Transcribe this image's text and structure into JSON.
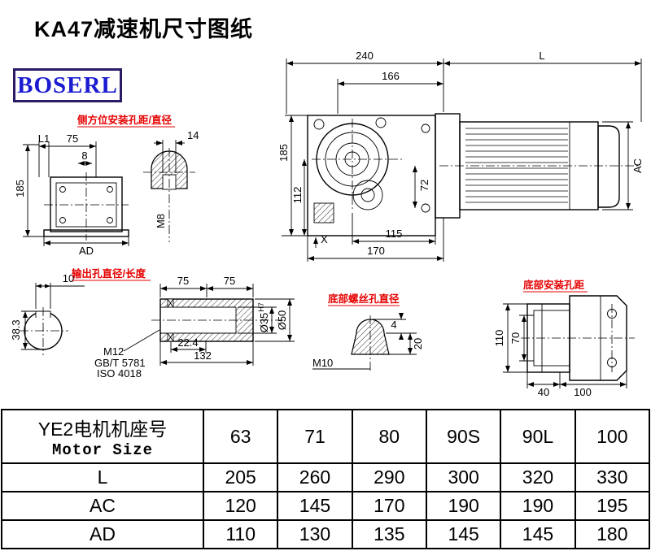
{
  "title": "KA47减速机尺寸图纸",
  "logo": {
    "text": "BOSERL"
  },
  "colors": {
    "annotation_red": "#e60000",
    "logo_text_blue": "#1b1bd1",
    "logo_border": "#2b1b66",
    "line_black": "#000000"
  },
  "annotations": {
    "side_mount": "侧方位安装孔距/直径",
    "output_hole": "输出孔直径/长度",
    "bottom_screw": "底部螺丝孔直径",
    "bottom_mount": "底部安装孔距"
  },
  "main_view": {
    "d240": "240",
    "dL": "L",
    "d166": "166",
    "d185": "185",
    "d112": "112",
    "d72": "72",
    "dAC": "AC",
    "dX": "X",
    "d115": "115",
    "d170": "170"
  },
  "side_view": {
    "dL1": "L1",
    "d75": "75",
    "d8": "8",
    "d185": "185",
    "dAD": "AD"
  },
  "plug_detail": {
    "d14": "14",
    "dM8": "M8"
  },
  "shaft_section": {
    "d10": "10",
    "d38_3": "38.3"
  },
  "output_detail": {
    "d75a": "75",
    "d75b": "75",
    "d22_4": "22.4",
    "d132": "132",
    "m12": "M12",
    "gbt": "GB/T 5781",
    "iso": "ISO 4018",
    "d35": "Ø35",
    "d35_tol": "H7",
    "d50": "Ø50"
  },
  "screw_detail": {
    "m10": "M10",
    "d4": "4",
    "d20": "20"
  },
  "bottom_view": {
    "d110": "110",
    "d70": "70",
    "d40": "40",
    "d100": "100"
  },
  "table": {
    "header": {
      "line1": "YE2电机机座号",
      "line2": "Motor Size"
    },
    "columns": [
      "63",
      "71",
      "80",
      "90S",
      "90L",
      "100"
    ],
    "rows": [
      {
        "label": "L",
        "values": [
          "205",
          "260",
          "290",
          "300",
          "320",
          "330"
        ]
      },
      {
        "label": "AC",
        "values": [
          "120",
          "145",
          "170",
          "190",
          "190",
          "195"
        ]
      },
      {
        "label": "AD",
        "values": [
          "110",
          "130",
          "135",
          "145",
          "145",
          "180"
        ]
      }
    ]
  }
}
